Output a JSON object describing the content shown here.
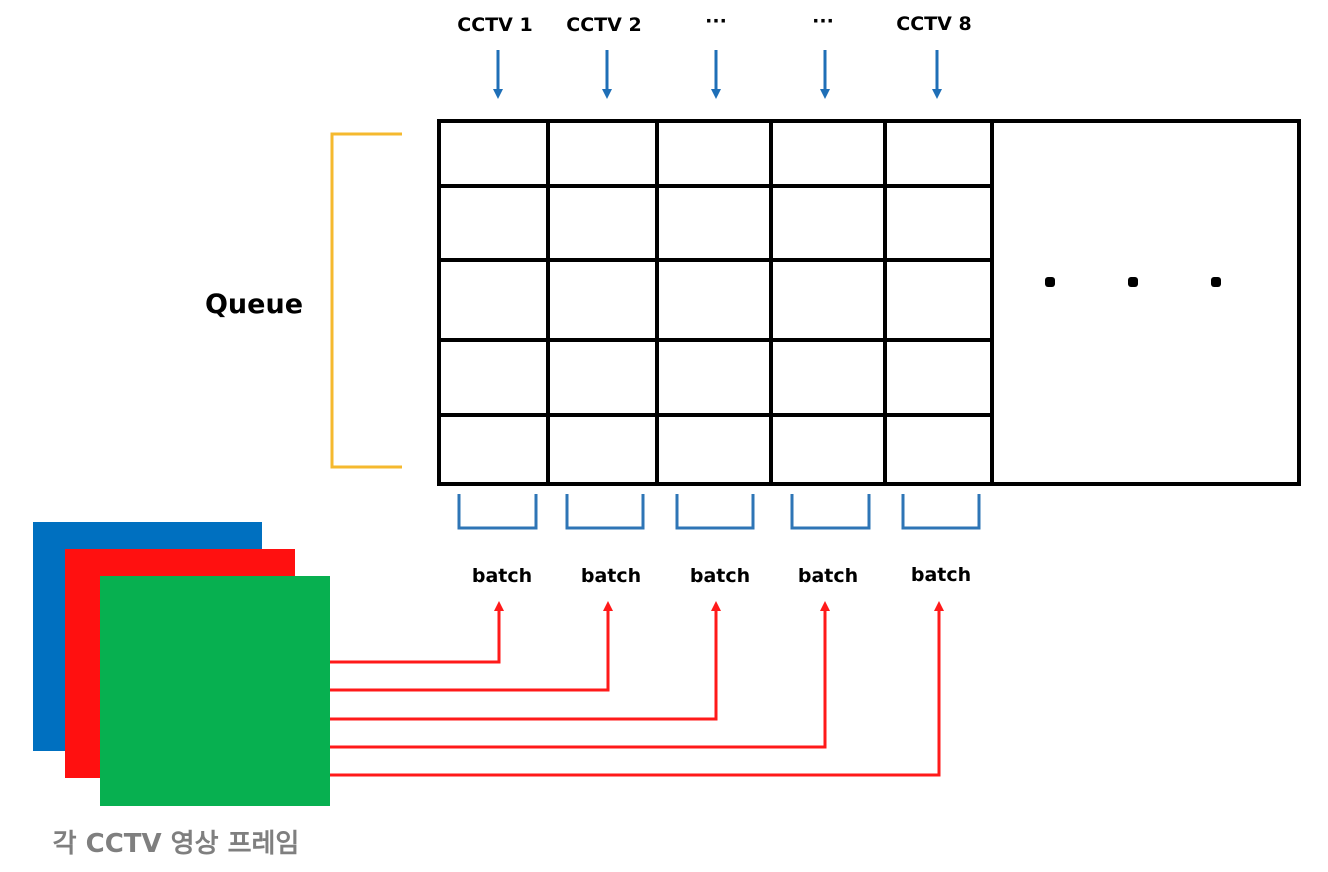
{
  "queue_label": "Queue",
  "frames_caption": "각 CCTV 영상 프레임",
  "columns": [
    {
      "cctv_label": "CCTV 1",
      "batch_label": "batch"
    },
    {
      "cctv_label": "CCTV 2",
      "batch_label": "batch"
    },
    {
      "cctv_label": "···",
      "batch_label": "batch"
    },
    {
      "cctv_label": "···",
      "batch_label": "batch"
    },
    {
      "cctv_label": "CCTV 8",
      "batch_label": "batch"
    }
  ],
  "grid": {
    "rows": 5,
    "cols": 5
  },
  "colors": {
    "input_arrow": "#1f6fb7",
    "batch_bracket": "#2e75b6",
    "queue_bracket": "#f5b92e",
    "frame_arrow": "#ff1a1a",
    "frame_blue": "#0070c0",
    "frame_red": "#ff1010",
    "frame_green": "#07b050",
    "caption": "#7f7f7f"
  }
}
